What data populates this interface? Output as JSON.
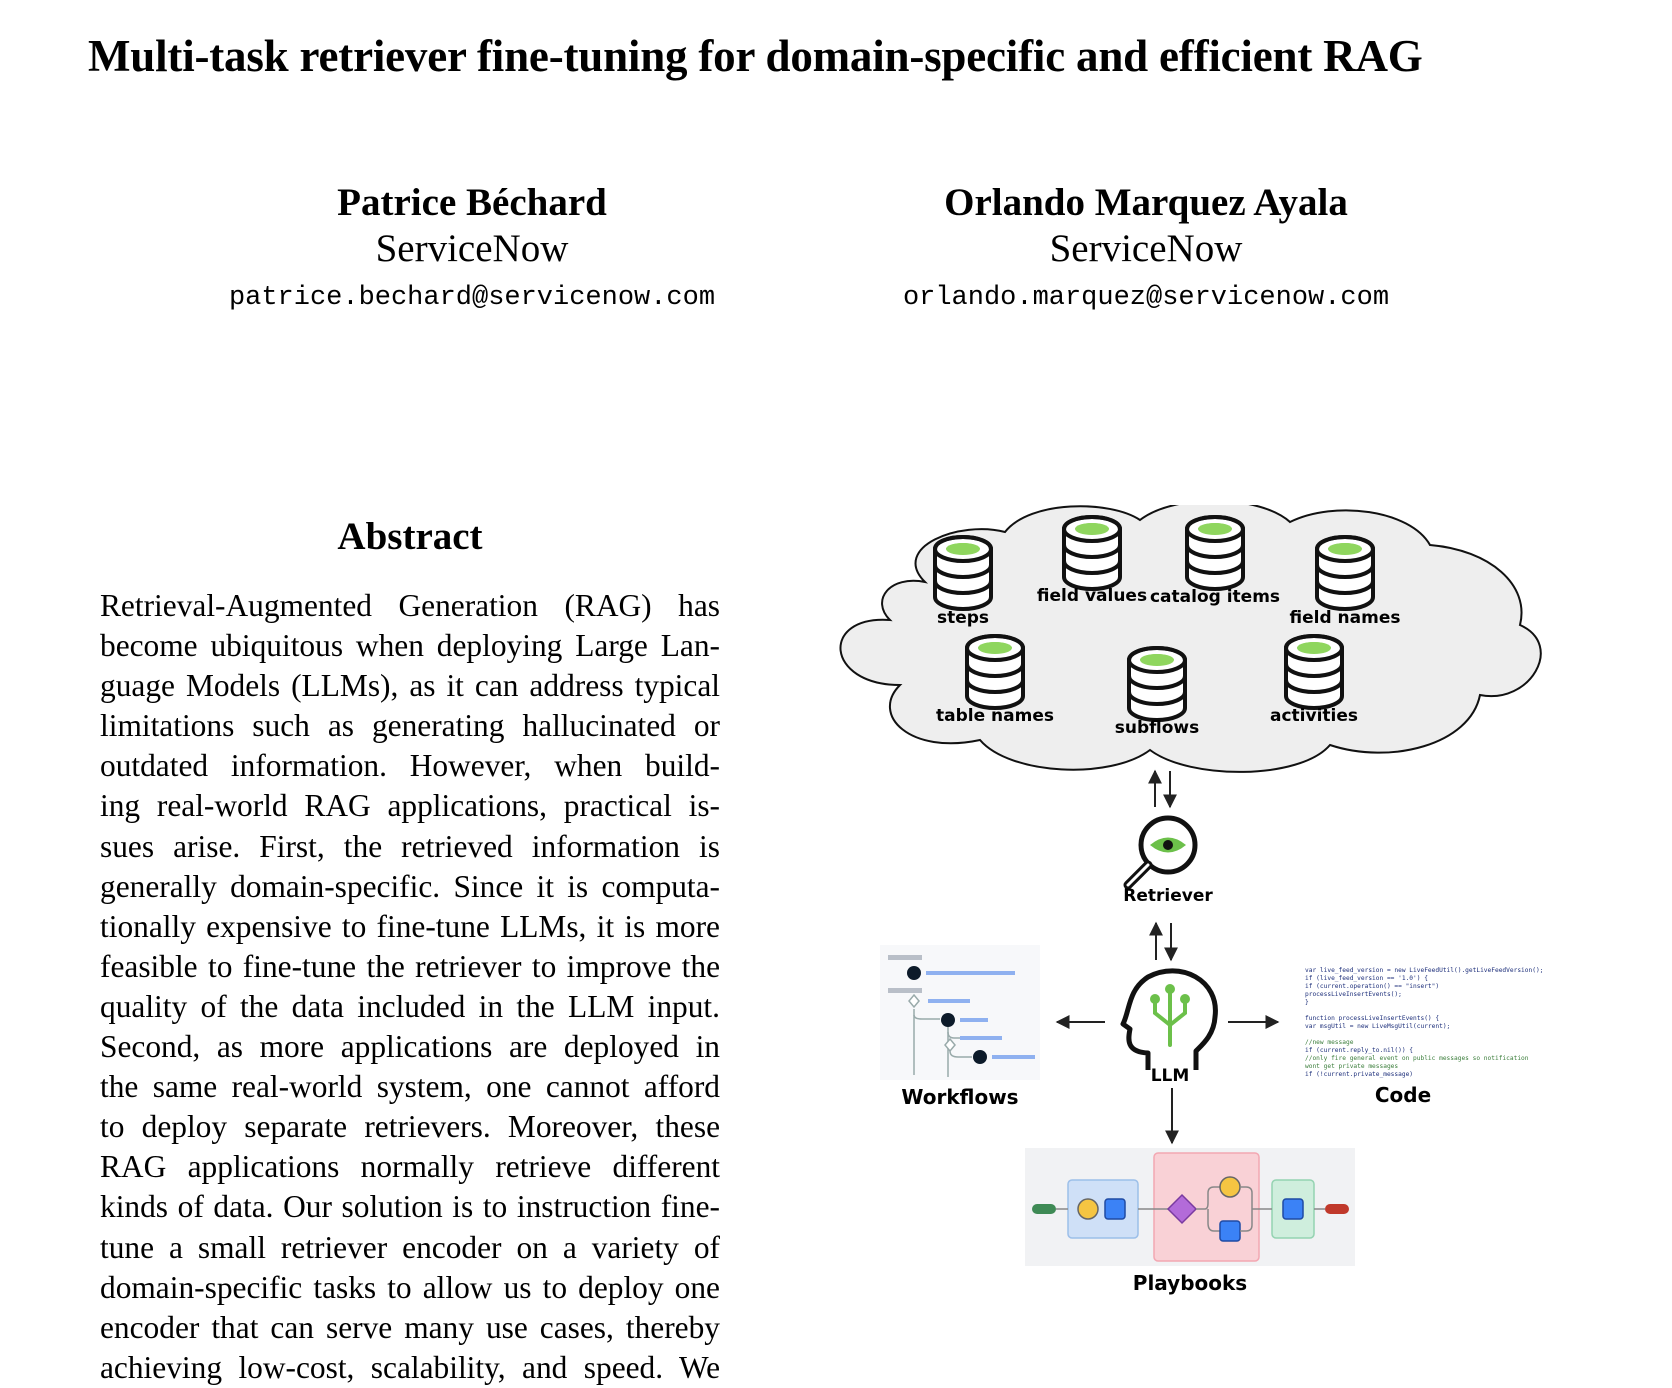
{
  "paper": {
    "title": "Multi-task retriever fine-tuning for domain-specific and efficient RAG",
    "authors": [
      {
        "name": "Patrice Béchard",
        "affiliation": "ServiceNow",
        "email": "patrice.bechard@servicenow.com"
      },
      {
        "name": "Orlando Marquez Ayala",
        "affiliation": "ServiceNow",
        "email": "orlando.marquez@servicenow.com"
      }
    ],
    "abstract_heading": "Abstract",
    "abstract_lines": [
      "Retrieval-Augmented Generation (RAG) has",
      "become ubiquitous when deploying Large Lan-",
      "guage Models (LLMs), as it can address typical",
      "limitations such as generating hallucinated or",
      "outdated information.  However, when build-",
      "ing real-world RAG applications, practical is-",
      "sues arise.  First, the retrieved information is",
      "generally domain-specific. Since it is computa-",
      "tionally expensive to fine-tune LLMs, it is more",
      "feasible to fine-tune the retriever to improve the",
      "quality of the data included in the LLM input.",
      "Second, as more applications are deployed in",
      "the same real-world system, one cannot afford",
      "to deploy separate retrievers. Moreover, these",
      "RAG applications normally retrieve different",
      "kinds of data. Our solution is to instruction fine-",
      "tune a small retriever encoder on a variety of",
      "domain-specific tasks to allow us to deploy one",
      "encoder that can serve many use cases, thereby",
      "achieving low-cost, scalability, and speed. We"
    ]
  },
  "figure": {
    "databases": [
      "steps",
      "field values",
      "catalog items",
      "field names",
      "table names",
      "subflows",
      "activities"
    ],
    "retriever_label": "Retriever",
    "llm_label": "LLM",
    "workflows_label": "Workflows",
    "code_label": "Code",
    "playbooks_label": "Playbooks",
    "code_lines": [
      "var live_feed_version = new LiveFeedUtil().getLiveFeedVersion();",
      "if (live_feed_version == '1.0') {",
      "   if (current.operation() == \"insert\")",
      "      processLiveInsertEvents();",
      "}",
      "",
      "function processLiveInsertEvents() {",
      "   var msgUtil = new LiveMsgUtil(current);",
      "",
      "   //new message",
      "   if (current.reply_to.nil()) {",
      "      //only fire general event on public messages so notification",
      "wont get private messages",
      "      if (!current.private_message)"
    ],
    "colors": {
      "db_accent": "#8fd65e",
      "cloud_fill": "#eeeeee",
      "retriever_eye": "#6cc04a",
      "llm_circuit": "#6cc04a",
      "workflow_line": "#8fb1f0",
      "playbook_pink": "#f9d1d6",
      "playbook_blue_box": "#cfe0f7",
      "playbook_green_box": "#cfeedd",
      "start_pill": "#3e8a55",
      "end_pill": "#c0392b"
    }
  }
}
